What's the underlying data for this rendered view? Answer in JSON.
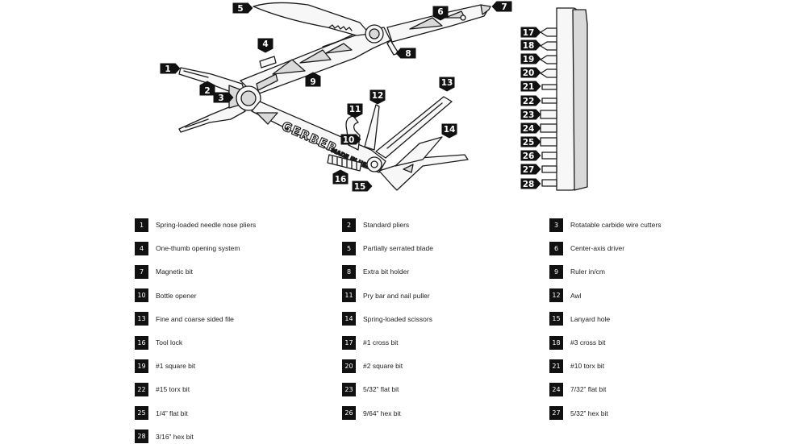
{
  "diagram": {
    "brand": "GERBER",
    "stamp": "MADE IN USA",
    "callouts": [
      {
        "number": "1",
        "label": "Spring-loaded needle nose pliers"
      },
      {
        "number": "2",
        "label": "Standard pliers"
      },
      {
        "number": "3",
        "label": "Rotatable carbide wire cutters"
      },
      {
        "number": "4",
        "label": "One-thumb opening system"
      },
      {
        "number": "5",
        "label": "Partially serrated blade"
      },
      {
        "number": "6",
        "label": "Center-axis driver"
      },
      {
        "number": "7",
        "label": "Magnetic bit"
      },
      {
        "number": "8",
        "label": "Extra bit holder"
      },
      {
        "number": "9",
        "label": "Ruler in/cm"
      },
      {
        "number": "10",
        "label": "Bottle opener"
      },
      {
        "number": "11",
        "label": "Pry bar and nail puller"
      },
      {
        "number": "12",
        "label": "Awl"
      },
      {
        "number": "13",
        "label": "Fine and coarse sided file"
      },
      {
        "number": "14",
        "label": "Spring-loaded scissors"
      },
      {
        "number": "15",
        "label": "Lanyard hole"
      },
      {
        "number": "16",
        "label": "Tool lock"
      },
      {
        "number": "17",
        "label": "#1 cross bit"
      },
      {
        "number": "18",
        "label": "#3 cross bit"
      },
      {
        "number": "19",
        "label": "#1 square bit"
      },
      {
        "number": "20",
        "label": "#2 square bit"
      },
      {
        "number": "21",
        "label": "#10 torx bit"
      },
      {
        "number": "22",
        "label": "#15 torx bit"
      },
      {
        "number": "23",
        "label": "5/32” flat bit"
      },
      {
        "number": "24",
        "label": "7/32” flat bit"
      },
      {
        "number": "25",
        "label": "1/4” flat bit"
      },
      {
        "number": "26",
        "label": "9/64” hex bit"
      },
      {
        "number": "27",
        "label": "5/32” hex bit"
      },
      {
        "number": "28",
        "label": "3/16” hex bit"
      }
    ]
  },
  "colors": {
    "ink": "#1a1a1a",
    "badge": "#111111",
    "tool_fill": "#f7f7f7",
    "shade": "#d9d9d9",
    "background": "#ffffff"
  }
}
